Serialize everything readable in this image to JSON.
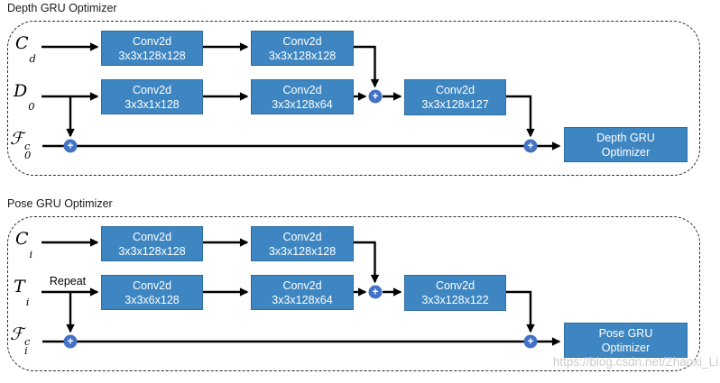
{
  "colors": {
    "box_fill": "#3E86C1",
    "box_border": "#2E6DA0",
    "node_fill": "#4472C4",
    "wire": "#000000",
    "watermark": "#cbcbcb"
  },
  "icons": {
    "plus": "+"
  },
  "watermark": "https://blog.csdn.net/Zhaoxi_Li",
  "sections": [
    {
      "title": "Depth GRU Optimizer",
      "inputs": [
        {
          "base": "C",
          "sup": "",
          "sub": "d"
        },
        {
          "base": "D",
          "sup": "",
          "sub": "0"
        },
        {
          "base": "ℱ",
          "sup": "c",
          "sub": "0"
        }
      ],
      "boxes": [
        {
          "name": "Conv2d",
          "dims": "3x3x128x128"
        },
        {
          "name": "Conv2d",
          "dims": "3x3x128x128"
        },
        {
          "name": "Conv2d",
          "dims": "3x3x1x128"
        },
        {
          "name": "Conv2d",
          "dims": "3x3x128x64"
        },
        {
          "name": "Conv2d",
          "dims": "3x3x128x127"
        }
      ],
      "output": {
        "line1": "Depth GRU",
        "line2": "Optimizer"
      }
    },
    {
      "title": "Pose GRU Optimizer",
      "repeat_label": "Repeat",
      "inputs": [
        {
          "base": "C",
          "sup": "",
          "sub": "i"
        },
        {
          "base": "T",
          "sup": "",
          "sub": "i"
        },
        {
          "base": "ℱ",
          "sup": "c",
          "sub": "i"
        }
      ],
      "boxes": [
        {
          "name": "Conv2d",
          "dims": "3x3x128x128"
        },
        {
          "name": "Conv2d",
          "dims": "3x3x128x128"
        },
        {
          "name": "Conv2d",
          "dims": "3x3x6x128"
        },
        {
          "name": "Conv2d",
          "dims": "3x3x128x64"
        },
        {
          "name": "Conv2d",
          "dims": "3x3x128x122"
        }
      ],
      "output": {
        "line1": "Pose GRU",
        "line2": "Optimizer"
      }
    }
  ]
}
